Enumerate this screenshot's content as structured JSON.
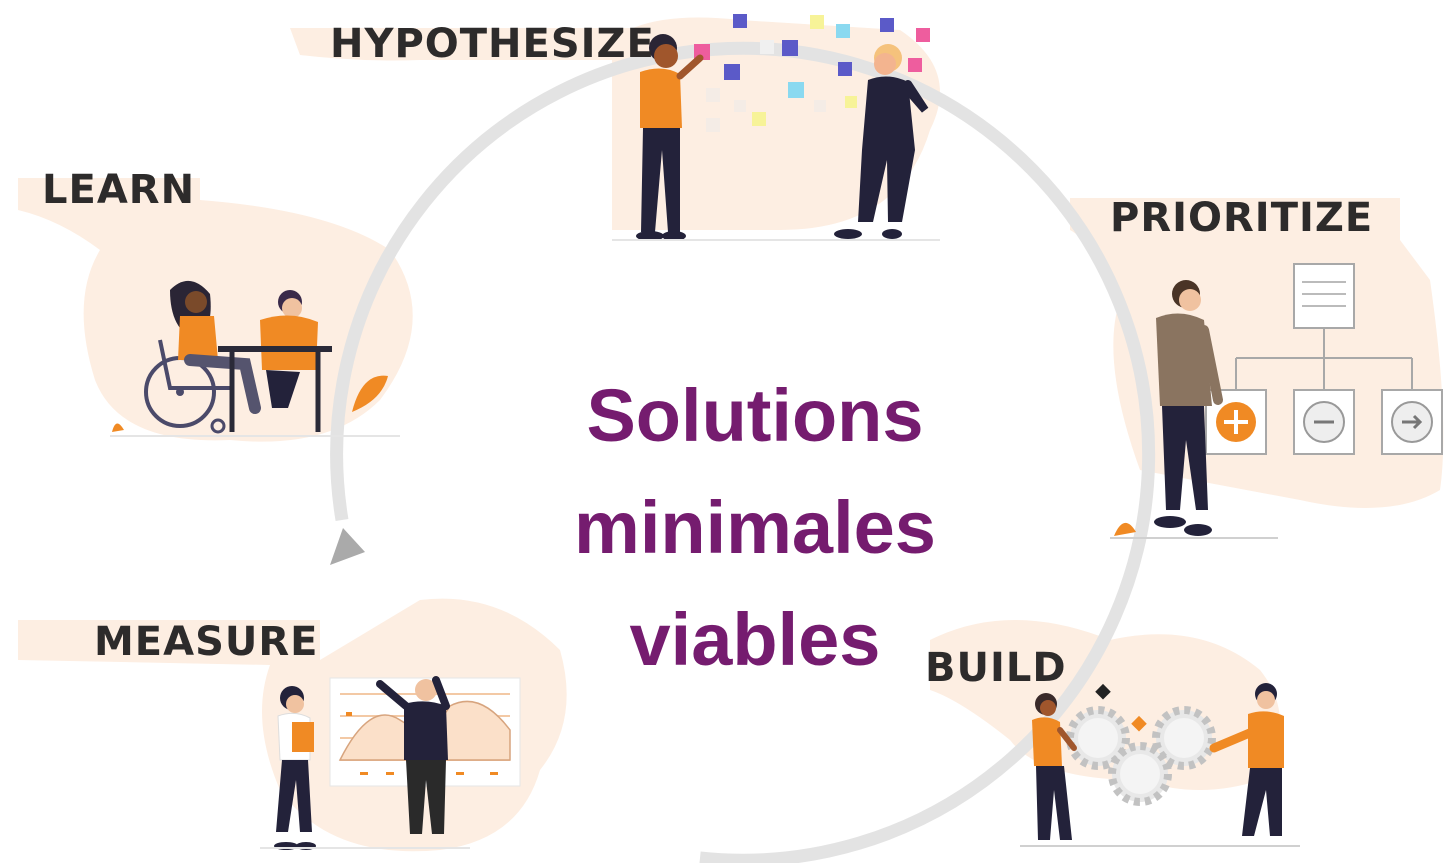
{
  "stages": {
    "hypothesize": "HYPOTHESIZE",
    "learn": "LEARN",
    "prioritize": "PRIORITIZE",
    "measure": "MEASURE",
    "build": "BUILD"
  },
  "center": {
    "line1": "Solutions",
    "line2": "minimales",
    "line3": "viables"
  },
  "colors": {
    "accent_orange": "#f08a24",
    "title_purple": "#751c6f",
    "label_dark": "#2d2b2b",
    "cycle_ring": "#e3e3e3",
    "blob_peach": "#fdeee2"
  }
}
